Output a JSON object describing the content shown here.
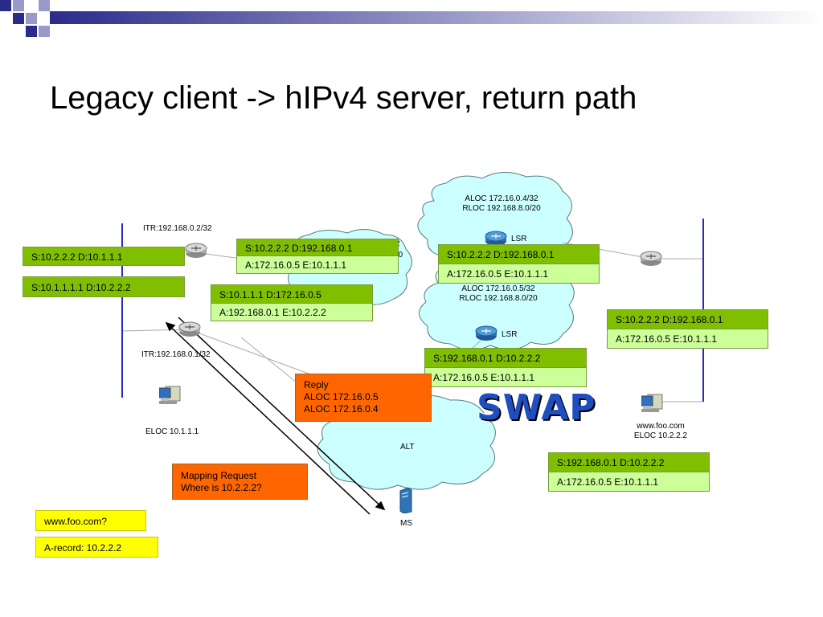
{
  "title": "Legacy client -> hIPv4 server, return path",
  "clouds": {
    "top_aloc": "ALOC 172.16.0.4/32",
    "top_rloc": "RLOC 192.168.8.0/20",
    "top_lsr": "LSR",
    "mid_aloc": "ALOC 172.16.0.5/32",
    "mid_rloc": "RLOC 192.168.8.0/20",
    "mid_lsr": "LSR",
    "left_partial_1": "2",
    "left_partial_2": "20",
    "alt": "ALT",
    "ms": "MS"
  },
  "left_site": {
    "itr_top": "ITR:192.168.0.2/32",
    "itr_bottom": "ITR:192.168.0.1/32",
    "eloc": "ELOC 10.1.1.1"
  },
  "right_site": {
    "host_name": "www.foo.com",
    "host_eloc": "ELOC 10.2.2.2"
  },
  "packets": {
    "left_1": "S:10.2.2.2 D:10.1.1.1",
    "left_2": "S:10.1.1.1.1 D:10.2.2.2",
    "center_top_hdr": "S:10.2.2.2 D:192.168.0.1",
    "center_top_sub": "A:172.16.0.5 E:10.1.1.1",
    "center_mid_hdr": "S:10.1.1.1 D:172.16.0.5",
    "center_mid_sub": "A:192.168.0.1 E:10.2.2.2",
    "lsr_top_hdr": "S:10.2.2.2 D:192.168.0.1",
    "lsr_top_sub": "A:172.16.0.5 E:10.1.1.1",
    "right_hdr": "S:10.2.2.2 D:192.168.0.1",
    "right_sub": "A:172.16.0.5 E:10.1.1.1",
    "swap_top_hdr": "S:192.168.0.1 D:10.2.2.2",
    "swap_top_sub": "A:172.16.0.5 E:10.1.1.1",
    "bottom_right_hdr": "S:192.168.0.1 D:10.2.2.2",
    "bottom_right_sub": "A:172.16.0.5 E:10.1.1.1"
  },
  "reply": {
    "line1": "Reply",
    "line2": "ALOC 172.16.0.5",
    "line3": "ALOC 172.16.0.4"
  },
  "mapping_request": {
    "line1": "Mapping Request",
    "line2": "Where is 10.2.2.2?"
  },
  "dns": {
    "query": "www.foo.com?",
    "answer": "A-record: 10.2.2.2"
  },
  "swap_label": "SWAP",
  "colors": {
    "header_green": "#7fbf00",
    "sub_green": "#ccff99",
    "orange": "#ff6600",
    "yellow": "#ffff00",
    "cloud": "#ccffff",
    "site_line": "#2a2ac8"
  },
  "icons": [
    "router-icon",
    "workstation-icon",
    "server-icon"
  ]
}
